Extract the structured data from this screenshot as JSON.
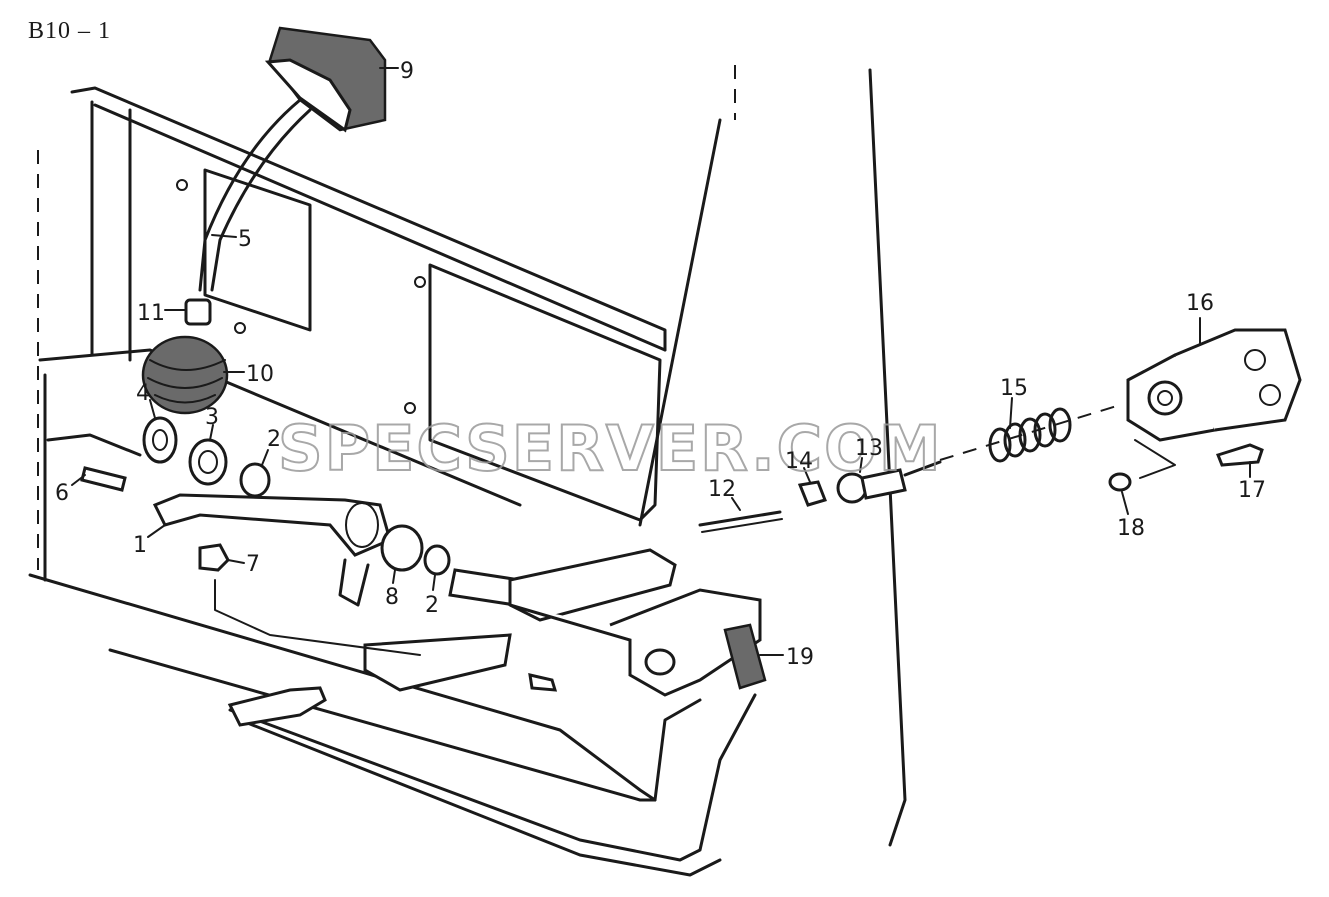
{
  "sheet_id": "B10 – 1",
  "watermark": "SPECSERVER.COM",
  "callouts": {
    "c1": "1",
    "c2a": "2",
    "c2b": "2",
    "c3": "3",
    "c4": "4",
    "c5": "5",
    "c6": "6",
    "c7": "7",
    "c8": "8",
    "c9": "9",
    "c10": "10",
    "c11": "11",
    "c12": "12",
    "c13": "13",
    "c14": "14",
    "c15": "15",
    "c16": "16",
    "c17": "17",
    "c18": "18",
    "c19": "19"
  }
}
